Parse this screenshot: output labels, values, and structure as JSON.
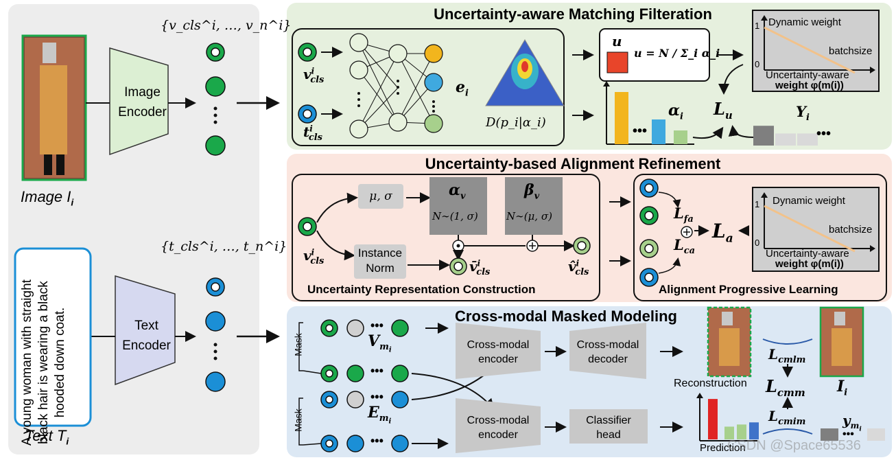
{
  "left": {
    "image_encoder_label": "Image\nEncoder",
    "text_encoder_label": "Text\nEncoder",
    "image_feats": "{v_cls^i, …, v_n^i}",
    "text_feats": "{t_cls^i, …, t_n^i}",
    "image_caption": "Image I",
    "image_caption_sub": "i",
    "text_caption": "Text T",
    "text_caption_sub": "i",
    "text_description": "A young woman with straight black hair is wearing a black hooded down coat."
  },
  "umf": {
    "title": "Uncertainty-aware Matching Filteration",
    "v_label": "v",
    "v_sub": "cls",
    "v_sup": "i",
    "t_label": "t",
    "t_sub": "cls",
    "t_sup": "i",
    "e_label": "e",
    "e_sub": "i",
    "dirichlet": "D(p_i|α_i)",
    "u_box_label": "u",
    "u_formula": "u = N / Σ_i α_i",
    "alpha_label": "α",
    "alpha_sub": "i",
    "Lu": "L",
    "Lu_sub": "u",
    "Y_label": "Y",
    "Y_sub": "i",
    "weight_chart": {
      "title": "Dynamic weight",
      "y_top": "1",
      "y_zero": "0",
      "x_label": "batchsize",
      "bottom": "Uncertainty-aware",
      "bottom2": "weight φ(m(i))"
    },
    "bars": [
      0.95,
      0.45,
      0.25
    ],
    "bar_colors": [
      "#f2b51d",
      "#3fa9df",
      "#a7d08c"
    ],
    "y_bars": [
      0.9,
      0.55,
      0.55
    ],
    "y_bar_colors": [
      "#7f7f7f",
      "#d9d9d9",
      "#d9d9d9"
    ]
  },
  "uar": {
    "title": "Uncertainty-based Alignment Refinement",
    "mu_sigma": "μ, σ",
    "instance_norm": "Instance\nNorm",
    "alpha_v": "α",
    "alpha_v_sub": "v",
    "alpha_v_dist": "N∼(1, σ)",
    "beta_v": "β",
    "beta_v_sub": "v",
    "beta_v_dist": "N∼(μ, σ)",
    "v_in": "v",
    "v_in_sub": "cls",
    "v_in_sup": "i",
    "v_bar": "v̄",
    "v_bar_sub": "cls",
    "v_bar_sup": "i",
    "v_hat": "v̂",
    "v_hat_sub": "cls",
    "v_hat_sup": "i",
    "urc_caption": "Uncertainty Representation Construction",
    "apl_caption": "Alignment Progressive Learning",
    "Lfa": "L",
    "Lfa_sub": "fa",
    "Lca": "L",
    "Lca_sub": "ca",
    "La": "L",
    "La_sub": "a",
    "weight_chart": {
      "title": "Dynamic weight",
      "y_top": "1",
      "y_zero": "0",
      "x_label": "batchsize",
      "bottom": "Uncertainty-aware",
      "bottom2": "weight φ(m(i))"
    }
  },
  "cmm": {
    "title": "Cross-modal Masked Modeling",
    "mask1": "Mask",
    "mask2": "Mask",
    "V_label": "V",
    "V_sub": "m",
    "V_subsub": "i",
    "E_label": "E",
    "E_sub": "m",
    "E_subsub": "i",
    "encoder1": "Cross-modal\nencoder",
    "decoder": "Cross-modal\ndecoder",
    "encoder2": "Cross-modal\nencoder",
    "classifier": "Classifier\nhead",
    "reconstruction": "Reconstruction",
    "prediction": "Prediction",
    "Lcmlm": "L",
    "Lcmlm_sub": "cmlm",
    "Lcmm": "L",
    "Lcmm_sub": "cmm",
    "Lcmim": "L",
    "Lcmim_sub": "cmim",
    "I_label": "I",
    "I_sub": "i",
    "y_label": "y",
    "y_sub": "m",
    "y_subsub": "i",
    "pred_bars": [
      0.95,
      0.3,
      0.35,
      0.4
    ],
    "pred_colors": [
      "#e02424",
      "#a7d08c",
      "#a7d08c",
      "#3f73c9"
    ]
  },
  "watermark": "CSDN @Space65536",
  "colors": {
    "umf_bg": "#e6f0de",
    "uar_bg": "#fbe6df",
    "cmm_bg": "#dce8f4",
    "left_bg": "#ededed",
    "green": "#1aa84a",
    "blue": "#1b8fd6",
    "orange": "#f2b51d"
  }
}
